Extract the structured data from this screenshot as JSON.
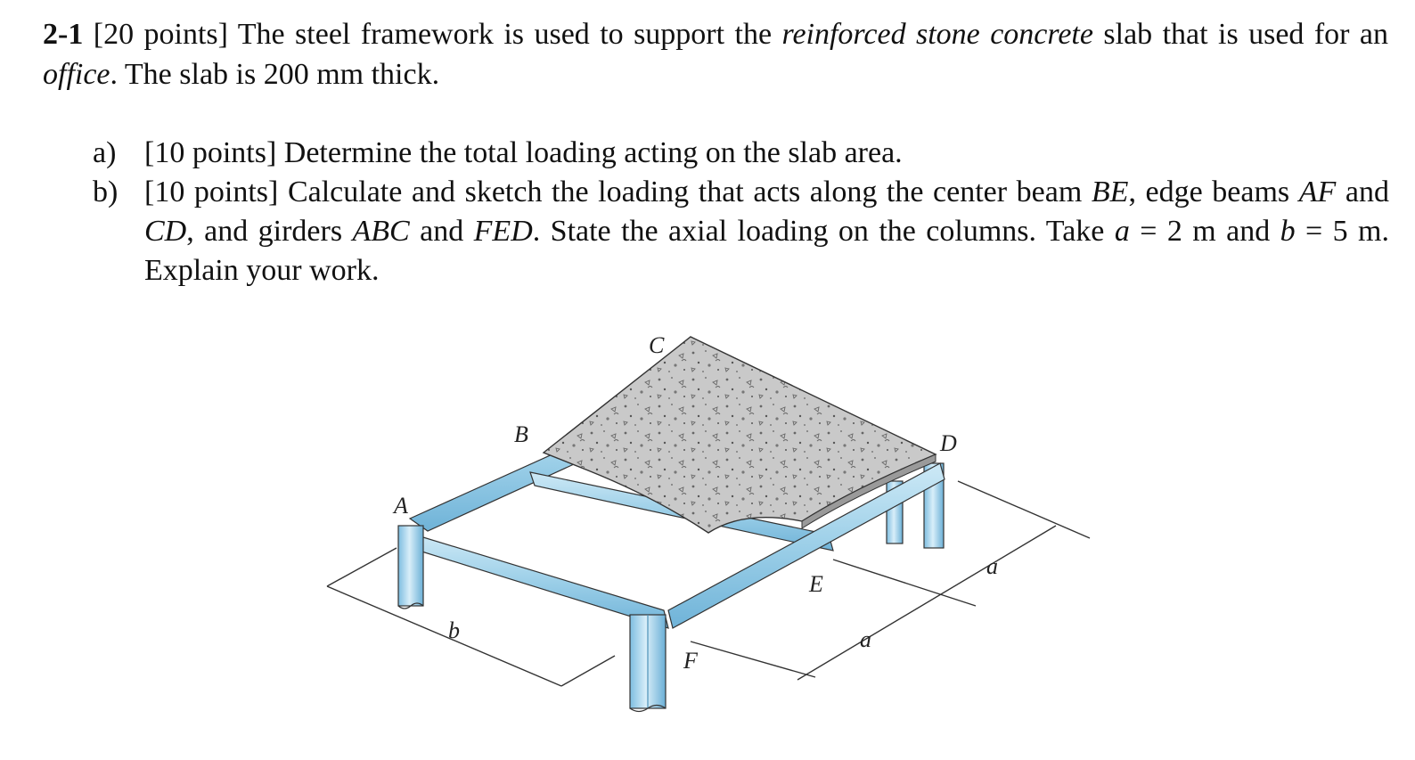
{
  "problem": {
    "number": "2-1",
    "intro_pre": "[20 points] The steel framework is used to support the ",
    "intro_em1": "reinforced stone concrete",
    "intro_mid": " slab that is used for an ",
    "intro_em2": "office",
    "intro_post": ". The slab is 200 mm thick."
  },
  "parts": [
    {
      "label": "a)",
      "text": "[10 points] Determine the total loading acting on the slab area."
    },
    {
      "label": "b)",
      "t1": "[10 points] Calculate and sketch the loading that acts along the center beam ",
      "be": "BE",
      "t2": ", edge beams ",
      "af": "AF",
      "t3": " and ",
      "cd": "CD",
      "t4": ", and girders ",
      "abc": "ABC",
      "t5": " and ",
      "fed": "FED",
      "t6": ". State the axial loading on the columns. Take ",
      "a": "a",
      "t7": " = 2 m and ",
      "b": "b",
      "t8": " = 5 m. Explain your work."
    }
  ],
  "figure": {
    "labels": {
      "A": "A",
      "B": "B",
      "C": "C",
      "D": "D",
      "E": "E",
      "F": "F",
      "a1": "a",
      "a2": "a",
      "b": "b"
    },
    "colors": {
      "steel": "#9ccfe8",
      "steel_dark": "#5ea9d0",
      "slab": "#c9c9c9",
      "outline": "#333333"
    }
  }
}
